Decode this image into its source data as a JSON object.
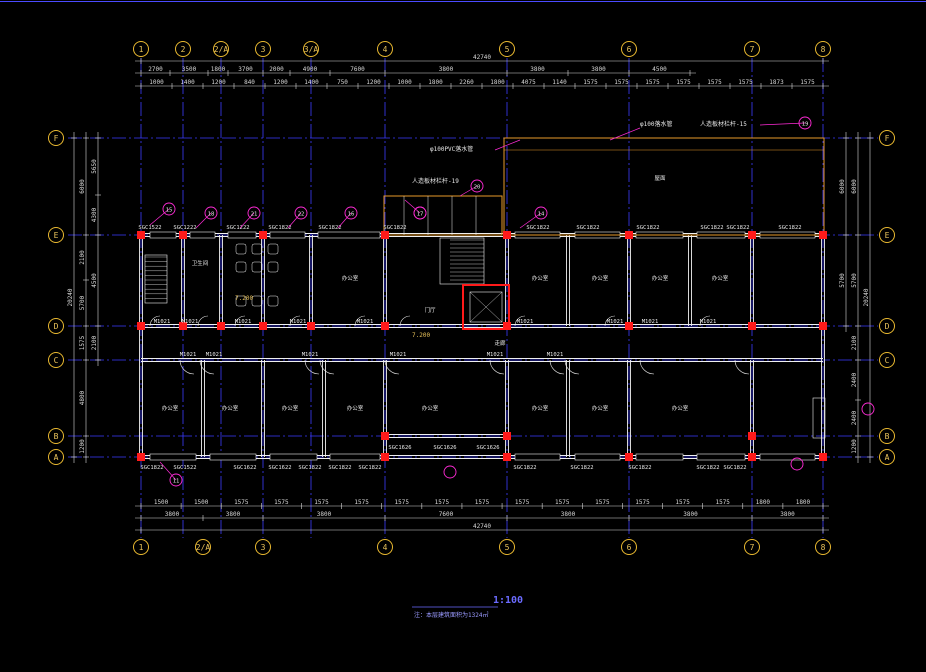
{
  "drawing": {
    "grid_top": [
      "1",
      "2",
      "2/A",
      "3",
      "3/A",
      "4",
      "5",
      "6",
      "7",
      "8"
    ],
    "grid_bottom": [
      "1",
      "2/A",
      "3",
      "4",
      "5",
      "6",
      "7",
      "8"
    ],
    "grid_left": [
      "F",
      "E",
      "D",
      "C",
      "B",
      "A"
    ],
    "grid_right": [
      "F",
      "E",
      "D",
      "C",
      "B",
      "A"
    ],
    "overall_top": "42740",
    "overall_bottom": "42740",
    "top_bays": [
      "2700",
      "3500",
      "1800",
      "3700",
      "2000",
      "4900",
      "7600",
      "3800",
      "3800",
      "3800",
      "4500"
    ],
    "top_detail": [
      "1000",
      "1400",
      "1200",
      "840",
      "1200",
      "1400",
      "750",
      "1200",
      "1000",
      "1800",
      "2260",
      "1800",
      "4075",
      "1140",
      "1575",
      "1575",
      "1575",
      "1575",
      "1575",
      "1575",
      "1873",
      "1575"
    ],
    "bottom_bays": [
      "3800",
      "3800",
      "3800",
      "7600",
      "3800",
      "3800",
      "3800",
      "4500"
    ],
    "bottom_detail": [
      "1500",
      "1500",
      "1575",
      "1575",
      "1575",
      "1575",
      "1575",
      "1575",
      "1575",
      "1575",
      "1575",
      "1575",
      "1575",
      "1575",
      "1575",
      "1800",
      "1800"
    ],
    "left_dims": [
      "6000",
      "5650",
      "2100",
      "5700",
      "4300",
      "20240",
      "1575",
      "4800",
      "4500",
      "1200"
    ],
    "right_dims": [
      "6000",
      "6000",
      "5700",
      "5700",
      "20240",
      "2100",
      "2400",
      "1200"
    ],
    "room_labels": [
      "办公室",
      "办公室",
      "办公室",
      "办公室",
      "办公室",
      "办公室",
      "办公室",
      "办公室",
      "办公室",
      "办公室",
      "办公室",
      "办公室",
      "办公室",
      "走廊",
      "卫生间",
      "门厅",
      "屋面"
    ],
    "window_labels": [
      "SGC1522",
      "SGC1222",
      "SGC1222",
      "SGC1822",
      "SGC1822",
      "SGC1822",
      "SGC1822",
      "SGC1822",
      "SGC1822",
      "SGC1822",
      "SGC1822",
      "SGC1822",
      "SGC1822",
      "SGC1522",
      "SGC1622",
      "SGC1622",
      "SGC1822",
      "SGC1822",
      "SGC1822",
      "SGC1822",
      "SGC1822",
      "SGC1822",
      "SGC1822",
      "SGC1822",
      "SGC1626",
      "SGC1626",
      "SGC1626"
    ],
    "door_labels": [
      "M1021",
      "M1021",
      "M1021",
      "M1021",
      "M1021",
      "M1021",
      "M1021",
      "M1021",
      "M1021",
      "M1021",
      "M1021",
      "M1021",
      "M1021",
      "M1021",
      "M1021"
    ],
    "callout_numbers": [
      "19",
      "15",
      "18",
      "21",
      "22",
      "16",
      "17",
      "20",
      "14",
      "11"
    ],
    "notes": [
      "φ100PVC落水管",
      "φ100落水管",
      "人造板材栏杆-15",
      "人造板材栏杆-19",
      "7.200",
      "7.200"
    ],
    "scale": "1:100",
    "footnote": "注：本层建筑面积为1324㎡"
  },
  "colors": {
    "background": "#000000",
    "grid_line": "#3b3bff",
    "wall": "#f0f0f0",
    "column": "#ff1a1a",
    "dimension": "#d9d9d9",
    "bubble": "#e8b830",
    "callout": "#ff2bd6",
    "orange_outline": "#e89a2a"
  }
}
